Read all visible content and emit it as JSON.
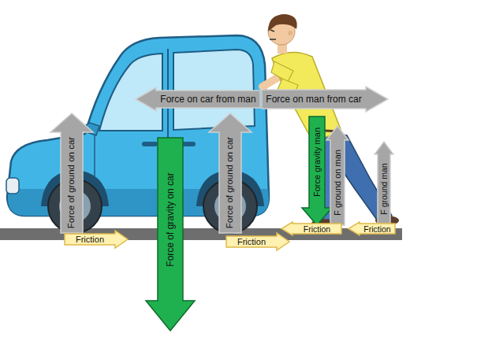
{
  "diagram": {
    "nodes": [
      {
        "text": [
          "Force on car from man"
        ]
      },
      {
        "text": [
          "Force on man from car"
        ]
      },
      {
        "text": [
          "Force of ground on car"
        ]
      },
      {
        "text": [
          "Force of gravity on car"
        ]
      },
      {
        "text": [
          "Force of ground on car"
        ]
      },
      {
        "text": [
          "Force gravity man"
        ]
      },
      {
        "text": [
          "F ground on man"
        ]
      },
      {
        "text": [
          "F ground man"
        ]
      },
      {
        "text": [
          "Friction"
        ]
      },
      {
        "text": [
          "Friction"
        ]
      },
      {
        "text": [
          "Friction"
        ]
      },
      {
        "text": [
          "Friction"
        ]
      }
    ]
  }
}
